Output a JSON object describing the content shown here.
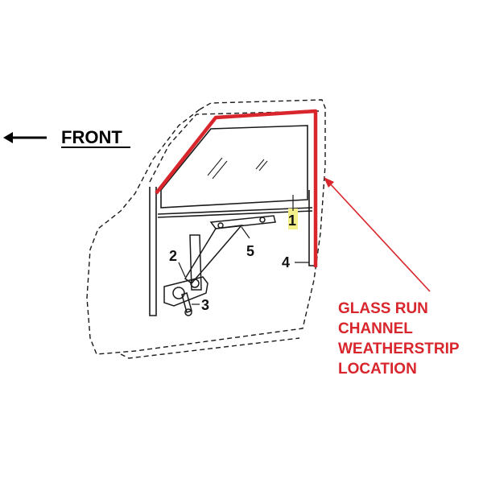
{
  "direction_label": "FRONT",
  "part_numbers": {
    "p1": "1",
    "p2": "2",
    "p3": "3",
    "p4": "4",
    "p5": "5"
  },
  "callout": {
    "lines": [
      "GLASS RUN",
      "CHANNEL",
      "WEATHERSTRIP",
      "LOCATION"
    ],
    "color": "#d8262c"
  },
  "colors": {
    "weatherstrip": "#d8262c",
    "line_art": "#1a1a1a",
    "highlight": "#f3f08a"
  }
}
